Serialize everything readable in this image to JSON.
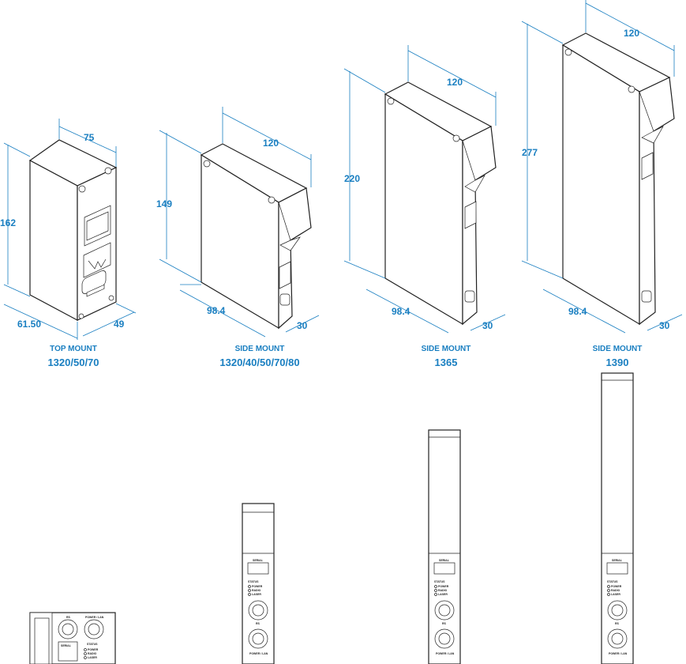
{
  "products": [
    {
      "id": "top-mount",
      "caption_type": "TOP MOUNT",
      "caption_models": "1320/50/70",
      "dims": {
        "width": "75",
        "height": "162",
        "depth": "61.50",
        "side": "49"
      }
    },
    {
      "id": "side-mount-a",
      "caption_type": "SIDE MOUNT",
      "caption_models": "1320/40/50/70/80",
      "dims": {
        "width": "120",
        "height": "149",
        "depth": "98.4",
        "side": "30"
      }
    },
    {
      "id": "side-mount-b",
      "caption_type": "SIDE MOUNT",
      "caption_models": "1365",
      "dims": {
        "width": "120",
        "height": "220",
        "depth": "98.4",
        "side": "30"
      }
    },
    {
      "id": "side-mount-c",
      "caption_type": "SIDE MOUNT",
      "caption_models": "1390",
      "dims": {
        "width": "120",
        "height": "277",
        "depth": "98.4",
        "side": "30"
      }
    }
  ],
  "panel_labels": {
    "serial": "SERIAL",
    "status": "STATUS",
    "power": "POWER",
    "rs": "RS",
    "power_lan": "POWER / LAN",
    "leds": [
      "POWER",
      "RADIO",
      "LASER"
    ]
  },
  "colors": {
    "dimension": "#1a7fc1",
    "outline": "#222222"
  }
}
